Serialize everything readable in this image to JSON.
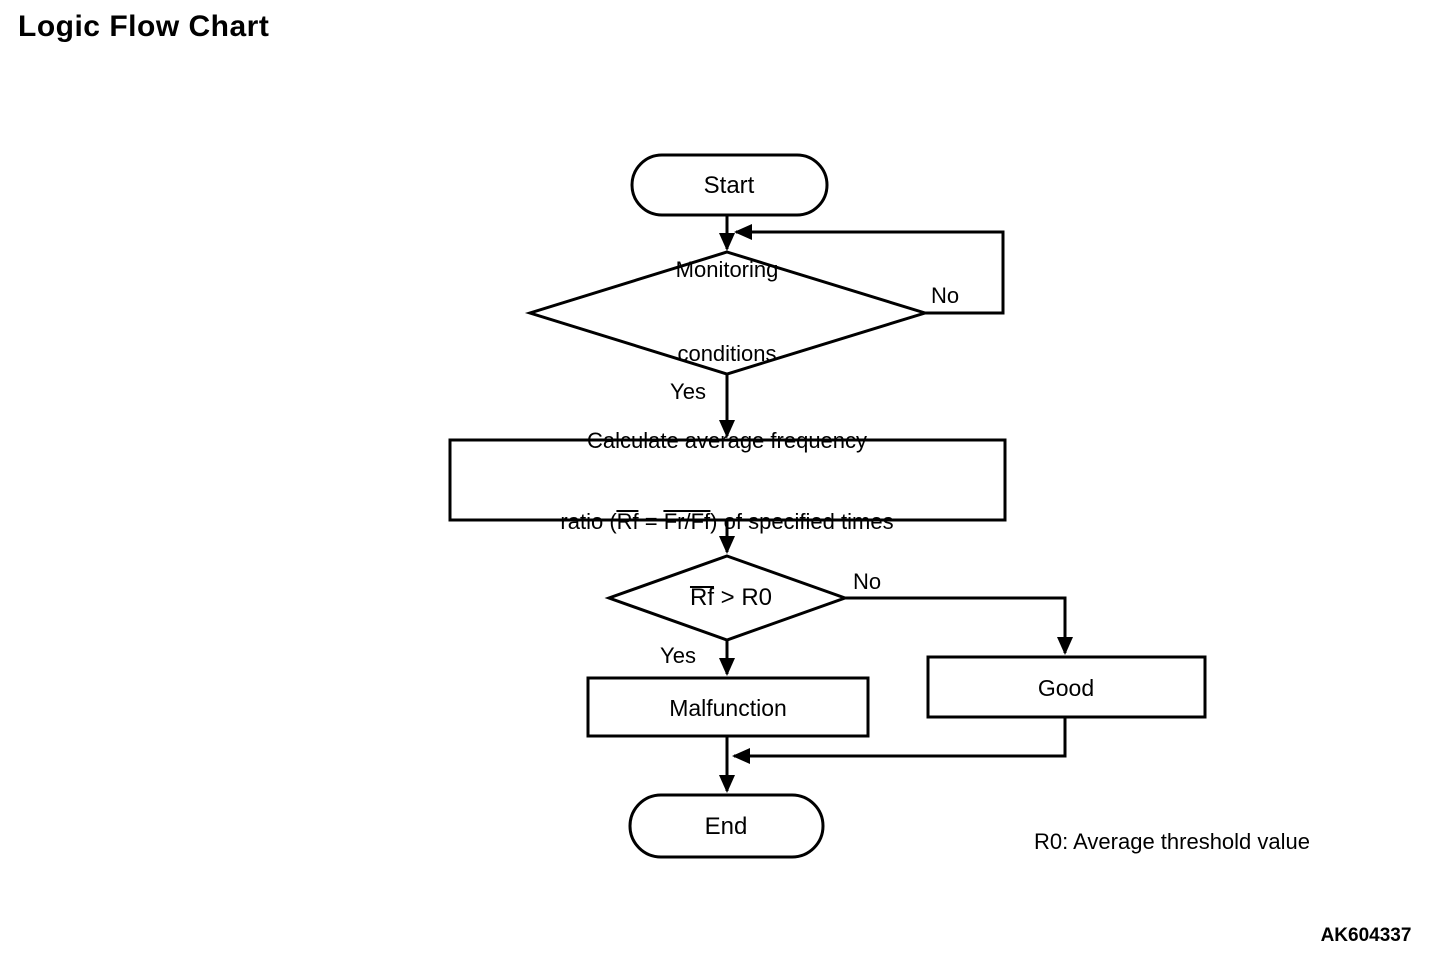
{
  "page": {
    "title": "Logic Flow Chart",
    "note": "R0: Average threshold value",
    "figure_code": "AK604337"
  },
  "flowchart": {
    "start": {
      "label": "Start"
    },
    "decision_monitoring": {
      "line1": "Monitoring",
      "line2": "conditions",
      "yes_label": "Yes",
      "no_label": "No"
    },
    "process_calculate": {
      "line1": "Calculate average frequency",
      "line2_pre": "ratio (",
      "line2_overline1": "Rf",
      "line2_mid": " = ",
      "line2_overline2": "Fr/Ff",
      "line2_post": ") of specified times"
    },
    "decision_threshold": {
      "overline": "Rf",
      "rest": " > R0",
      "yes_label": "Yes",
      "no_label": "No"
    },
    "malfunction": {
      "label": "Malfunction"
    },
    "good": {
      "label": "Good"
    },
    "end": {
      "label": "End"
    }
  },
  "colors": {
    "ink": "#000000",
    "background": "#ffffff"
  }
}
